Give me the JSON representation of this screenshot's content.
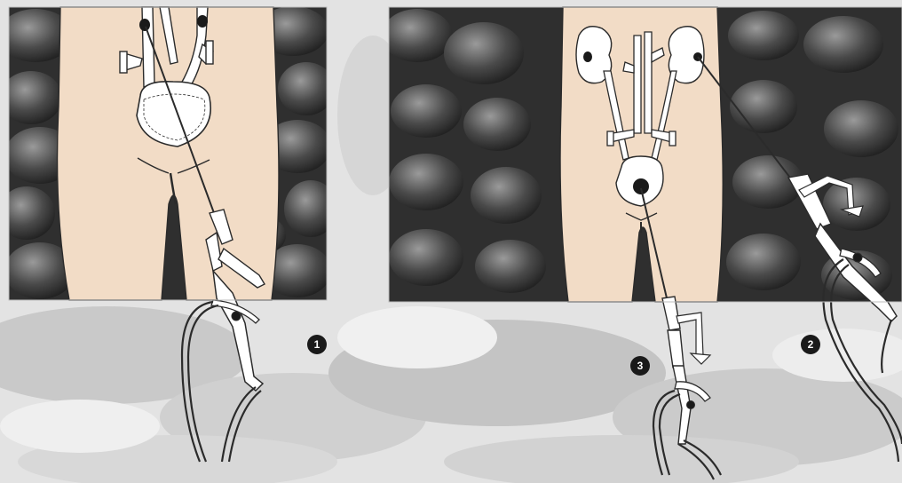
{
  "illustration": {
    "panels": [
      {
        "name": "transurethral-ureteroscopy",
        "step_label": "1"
      },
      {
        "name": "percutaneous-nephroscopy-and-cystoscopy",
        "step_labels": [
          "2",
          "3"
        ]
      }
    ]
  },
  "badges": {
    "one": "1",
    "two": "2",
    "three": "3"
  },
  "colors": {
    "skin": "#f2dcc6",
    "outline": "#2b2b2b",
    "badge_fill": "#1a1a1a",
    "badge_text": "#ffffff",
    "sky_background": "#e4e4e4",
    "stones_dark": "#3a3a3a"
  }
}
